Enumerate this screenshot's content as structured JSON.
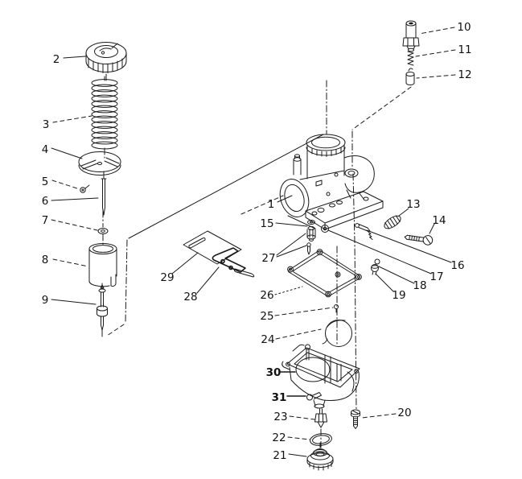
{
  "diagram": {
    "type": "exploded-parts-diagram",
    "colors": {
      "background": "#ffffff",
      "line": "#1a1a1a",
      "label": "#111111"
    },
    "callouts": {
      "c1": "1",
      "c2": "2",
      "c3": "3",
      "c4": "4",
      "c5": "5",
      "c6": "6",
      "c7": "7",
      "c8": "8",
      "c9": "9",
      "c10": "10",
      "c11": "11",
      "c12": "12",
      "c13": "13",
      "c14": "14",
      "c15": "15",
      "c16": "16",
      "c17": "17",
      "c18": "18",
      "c19": "19",
      "c20": "20",
      "c21": "21",
      "c22": "22",
      "c23": "23",
      "c24": "24",
      "c25": "25",
      "c26": "26",
      "c27": "27",
      "c28": "28",
      "c29": "29",
      "c30": "30",
      "c31": "31"
    },
    "bold_callouts": [
      "30",
      "31"
    ]
  }
}
